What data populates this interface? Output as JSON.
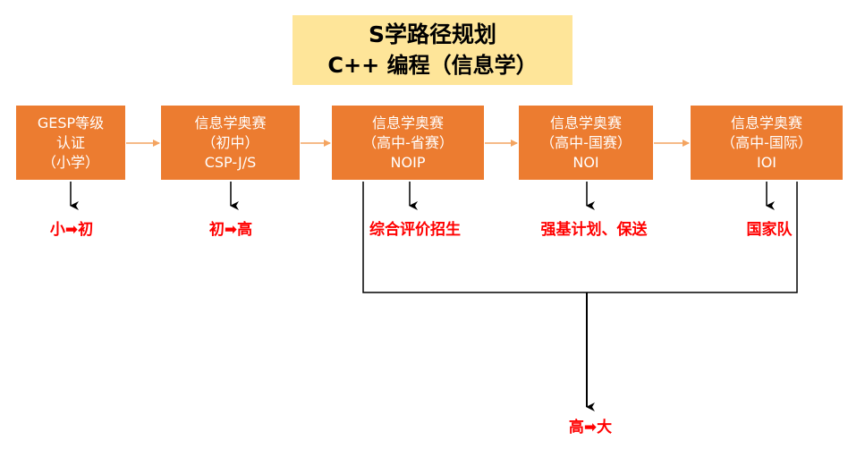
{
  "title": {
    "line1": "S学路径规划",
    "line2": "C++ 编程（信息学）"
  },
  "stages": [
    {
      "lines": [
        "GESP等级",
        "认证",
        "（小学）"
      ]
    },
    {
      "lines": [
        "信息学奥赛",
        "（初中）",
        "CSP-J/S"
      ]
    },
    {
      "lines": [
        "信息学奥赛",
        "（高中-省赛）",
        "NOIP"
      ]
    },
    {
      "lines": [
        "信息学奥赛",
        "（高中-国赛）",
        "NOI"
      ]
    },
    {
      "lines": [
        "信息学奥赛",
        "（高中-国际）",
        "IOI"
      ]
    }
  ],
  "outcomes": [
    "小➡初",
    "初➡高",
    "综合评价招生",
    "强基计划、保送",
    "国家队"
  ],
  "final_outcome": "高➡大",
  "colors": {
    "stage_fill": "#ec7c30",
    "title_fill": "#fee599",
    "outcome_text": "#ff0000",
    "connector_arrow": "#f4a460",
    "line": "#000000"
  }
}
